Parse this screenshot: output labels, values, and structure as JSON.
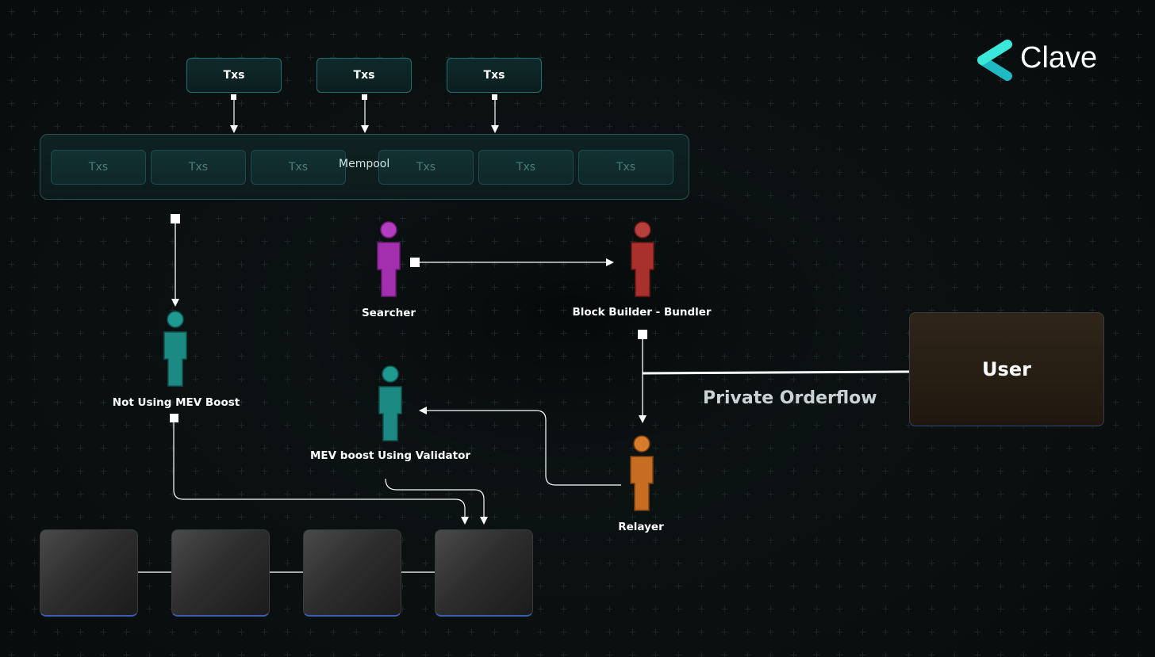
{
  "brand": {
    "name": "Clave",
    "icon": "clave-chevron-icon",
    "accent": "#22d3cf"
  },
  "top_txs": [
    "Txs",
    "Txs",
    "Txs"
  ],
  "mempool": {
    "label": "Mempool",
    "cells": [
      "Txs",
      "Txs",
      "Txs",
      "Txs",
      "Txs",
      "Txs"
    ]
  },
  "actors": {
    "searcher": {
      "label": "Searcher",
      "color": "#a22fae"
    },
    "block_builder": {
      "label": "Block Builder - Bundler",
      "color": "#a8302d"
    },
    "not_using": {
      "label": "Not Using MEV Boost",
      "color": "#1c8a83"
    },
    "validator": {
      "label": "MEV boost Using Validator",
      "color": "#1c8a83"
    },
    "relayer": {
      "label": "Relayer",
      "color": "#c76d22"
    }
  },
  "user": {
    "label": "User"
  },
  "private_orderflow": {
    "label": "Private Orderflow"
  },
  "blocks_count": 4
}
